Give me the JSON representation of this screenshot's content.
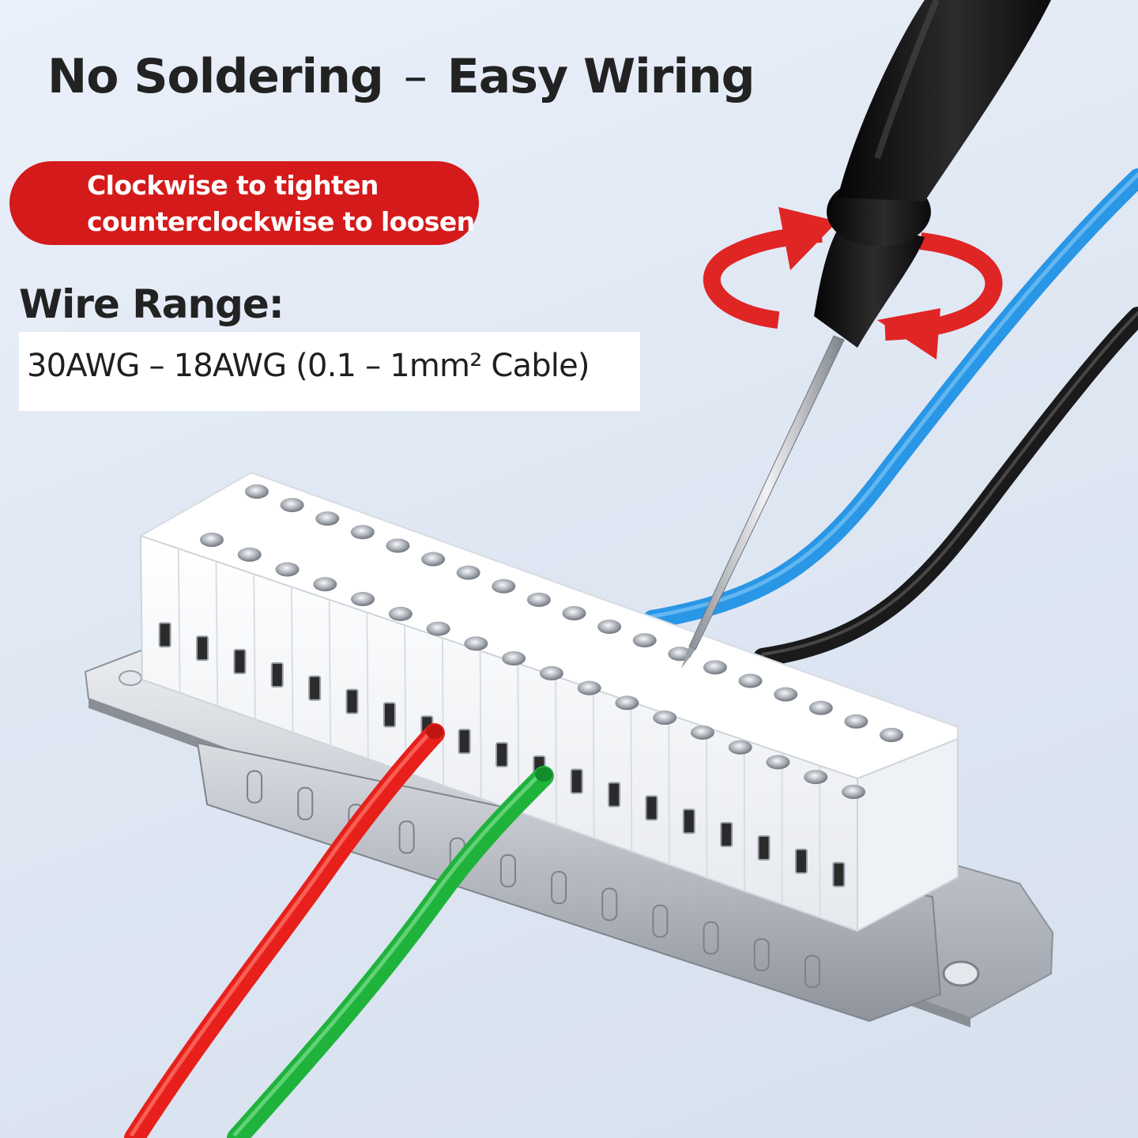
{
  "headline": {
    "left": "No Soldering",
    "separator": "–",
    "right": "Easy Wiring"
  },
  "instruction": {
    "line1": "Clockwise to tighten",
    "line2": "counterclockwise to loosen"
  },
  "wire_range": {
    "title": "Wire Range:",
    "value": "30AWG – 18AWG (0.1 – 1mm² Cable)"
  },
  "colors": {
    "pill": "#d41a1a",
    "arrows": "#e02525",
    "wire_red": "#e8201c",
    "wire_green": "#1fb33c",
    "wire_blue": "#2996e6",
    "wire_black": "#1a1a1a",
    "terminal_block": "#fafafa",
    "metal_shell": "#c9ccd2",
    "screwdriver_handle": "#141414"
  },
  "illustration": {
    "connector_rows": 2,
    "connector_row_counts": [
      19,
      18
    ],
    "icon_names": [
      "rotation-arrows-icon",
      "screwdriver-icon"
    ]
  }
}
